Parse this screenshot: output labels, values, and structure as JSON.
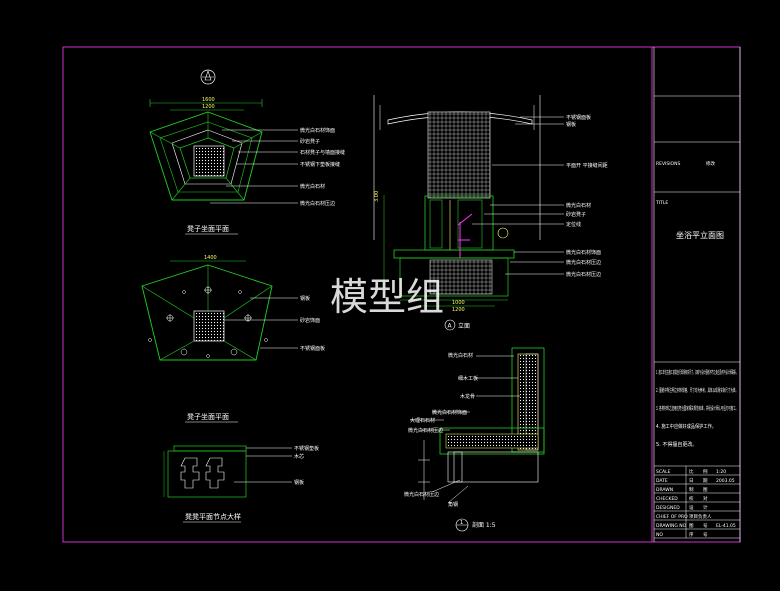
{
  "colors": {
    "background": "#000000",
    "frame": "#cc33cc",
    "lines_green": "#22cc22",
    "lines_white": "#ffffff",
    "lines_yellow": "#ffff66",
    "accent_magenta": "#ff33ff"
  },
  "watermark": "模型组",
  "views": {
    "plan_top": {
      "title": "凳子坐面平面",
      "dim_top": "1600",
      "dim_inner": "1200",
      "labels": [
        "微光白石材饰面",
        "砂岩凳子",
        "石材凳子与墙面接缝",
        "不锈钢下垫板接缝",
        "微光白石材",
        "微光白石材压边"
      ]
    },
    "plan_bottom": {
      "title": "凳子坐面平面",
      "dim_top": "1400",
      "labels": [
        "钢板",
        "砂岩饰面",
        "不锈钢面板"
      ]
    },
    "detail_small": {
      "title": "凳凳平面节点大样",
      "labels": [
        "不锈钢垫板",
        "木芯",
        "钢板"
      ]
    },
    "elevation": {
      "marker": "A",
      "title": "立面",
      "labels": [
        "不锈钢面板",
        "钢板",
        "平面开 平接缝间距",
        "微光白石材",
        "砂岩凳子",
        "定位线",
        "微光白石材饰面",
        "微光白石材压边",
        "微光白石材压边"
      ],
      "dim_bottom_1": "1000",
      "dim_bottom_2": "1200",
      "dim_side": "3.00"
    },
    "section": {
      "marker": "1",
      "title": "剖面 1:5",
      "labels": [
        "微光白石材",
        "细木工板",
        "木龙骨",
        "微光白石材饰面",
        "大理石石材",
        "微光白石材压边",
        "微光白石材压边",
        "角钢"
      ]
    }
  },
  "title_block": {
    "revisions_label": "REVISIONS",
    "revisions_value": "修改",
    "title_label": "TITLE",
    "drawing_title": "坐浴平立面图",
    "notes": [
      "1. 施工单位在施工前需自行现场核实尺寸，如有与设计图纸不符之处应及时与设计师联系。",
      "2. 图纸中所注明之材料规格、尺寸均为参考，具体以现场实际尺寸为准。",
      "3. 各类材料之选用应符合国家相关规范标准，并经设计师认可后方可施工。",
      "4. 施工中应做好成品保护工作。",
      "5. 不得擅自更改。"
    ],
    "rows": [
      {
        "label": "SCALE",
        "c1": "比",
        "c2": "例",
        "c3": "1:20"
      },
      {
        "label": "DATE",
        "c1": "日",
        "c2": "期",
        "c3": "2003.05"
      },
      {
        "label": "DRAWN",
        "c1": "制",
        "c2": "图",
        "c3": ""
      },
      {
        "label": "CHECKED",
        "c1": "校",
        "c2": "对",
        "c3": ""
      },
      {
        "label": "DESIGNED",
        "c1": "设",
        "c2": "计",
        "c3": ""
      },
      {
        "label": "CHIEF OF PRO",
        "c1": "项目负责人",
        "c2": "",
        "c3": ""
      },
      {
        "label": "DRAWING NO",
        "c1": "图",
        "c2": "号",
        "c3": "EL-41.05"
      },
      {
        "label": "NO",
        "c1": "序",
        "c2": "号",
        "c3": ""
      }
    ]
  }
}
